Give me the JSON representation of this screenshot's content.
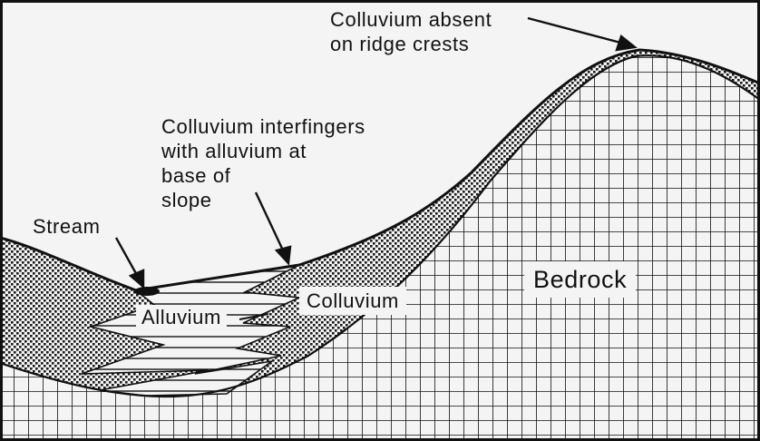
{
  "diagram": {
    "labels": {
      "ridge": [
        "Colluvium  absent",
        "on ridge crests"
      ],
      "interfinger": [
        "Colluvium  interfingers",
        "with alluvium at",
        "base of",
        "slope"
      ],
      "stream": "Stream",
      "alluvium": "Alluvium",
      "colluvium": "Colluvium",
      "bedrock": "Bedrock"
    },
    "colors": {
      "ink": "#111111",
      "paper": "#f4f4f4",
      "stipple": "#1a1a1a"
    }
  }
}
